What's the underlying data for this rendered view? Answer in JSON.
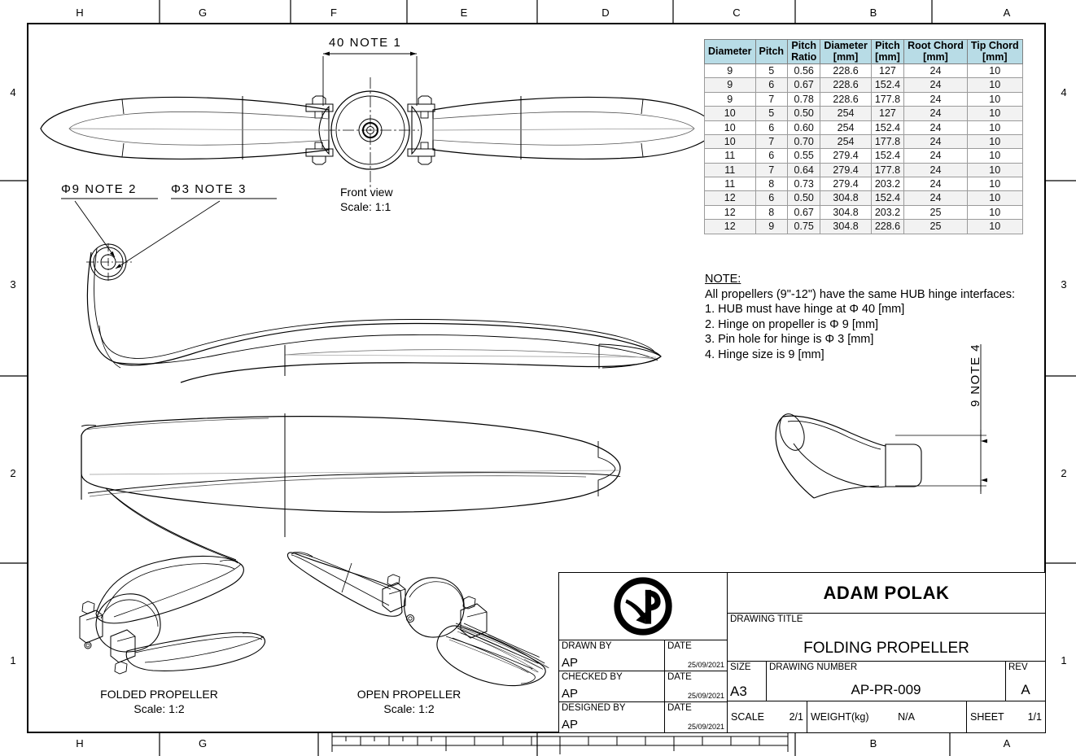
{
  "sheet": {
    "zones_top": [
      "H",
      "G",
      "F",
      "E",
      "D",
      "C",
      "B",
      "A"
    ],
    "zones_bottom": [
      "H",
      "G",
      "",
      "",
      "",
      "",
      "B",
      "A"
    ],
    "zones_left": [
      "4",
      "3",
      "2",
      "1"
    ],
    "zones_right": [
      "4",
      "3",
      "2",
      "1"
    ]
  },
  "table": {
    "headers": [
      "Diameter",
      "Pitch",
      "Pitch Ratio",
      "Diameter [mm]",
      "Pitch [mm]",
      "Root Chord [mm]",
      "Tip Chord [mm]"
    ],
    "rows": [
      [
        "9",
        "5",
        "0.56",
        "228.6",
        "127",
        "24",
        "10"
      ],
      [
        "9",
        "6",
        "0.67",
        "228.6",
        "152.4",
        "24",
        "10"
      ],
      [
        "9",
        "7",
        "0.78",
        "228.6",
        "177.8",
        "24",
        "10"
      ],
      [
        "10",
        "5",
        "0.50",
        "254",
        "127",
        "24",
        "10"
      ],
      [
        "10",
        "6",
        "0.60",
        "254",
        "152.4",
        "24",
        "10"
      ],
      [
        "10",
        "7",
        "0.70",
        "254",
        "177.8",
        "24",
        "10"
      ],
      [
        "11",
        "6",
        "0.55",
        "279.4",
        "152.4",
        "24",
        "10"
      ],
      [
        "11",
        "7",
        "0.64",
        "279.4",
        "177.8",
        "24",
        "10"
      ],
      [
        "11",
        "8",
        "0.73",
        "279.4",
        "203.2",
        "24",
        "10"
      ],
      [
        "12",
        "6",
        "0.50",
        "304.8",
        "152.4",
        "24",
        "10"
      ],
      [
        "12",
        "8",
        "0.67",
        "304.8",
        "203.2",
        "25",
        "10"
      ],
      [
        "12",
        "9",
        "0.75",
        "304.8",
        "228.6",
        "25",
        "10"
      ]
    ]
  },
  "notes": {
    "title": "NOTE:",
    "intro": "All propellers (9\"-12\") have the same HUB hinge interfaces:",
    "items": [
      "1. HUB must have hinge at Φ 40 [mm]",
      "2. Hinge on propeller is Φ 9 [mm]",
      "3. Pin hole for hinge is Φ 3 [mm]",
      "4. Hinge size is 9 [mm]"
    ]
  },
  "dimensions": {
    "hub_width": "40 NOTE 1",
    "hinge_dia": "Φ9 NOTE 2",
    "pin_dia": "Φ3 NOTE 3",
    "hinge_size": "9 NOTE 4"
  },
  "views": {
    "front": {
      "name": "Front view",
      "scale": "Scale:  1:1"
    },
    "folded": {
      "name": "FOLDED PROPELLER",
      "scale": "Scale:  1:2"
    },
    "open": {
      "name": "OPEN PROPELLER",
      "scale": "Scale:  1:2"
    }
  },
  "title_block": {
    "company": "ADAM POLAK",
    "drawing_title_label": "DRAWING TITLE",
    "drawing_title": "FOLDING PROPELLER",
    "drawn_by_label": "DRAWN BY",
    "drawn_by": "AP",
    "drawn_date_label": "DATE",
    "drawn_date": "25/09/2021",
    "checked_by_label": "CHECKED BY",
    "checked_by": "AP",
    "checked_date_label": "DATE",
    "checked_date": "25/09/2021",
    "designed_by_label": "DESIGNED BY",
    "designed_by": "AP",
    "designed_date_label": "DATE",
    "designed_date": "25/09/2021",
    "size_label": "SIZE",
    "size": "A3",
    "drawing_number_label": "DRAWING NUMBER",
    "drawing_number": "AP-PR-009",
    "rev_label": "REV",
    "rev": "A",
    "scale_label": "SCALE",
    "scale": "2/1",
    "weight_label": "WEIGHT(kg)",
    "weight": "N/A",
    "sheet_label": "SHEET",
    "sheet": "1/1"
  },
  "colors": {
    "table_header": "#b8dce6",
    "line": "#000000",
    "row_alt": "#f2f2f2"
  }
}
